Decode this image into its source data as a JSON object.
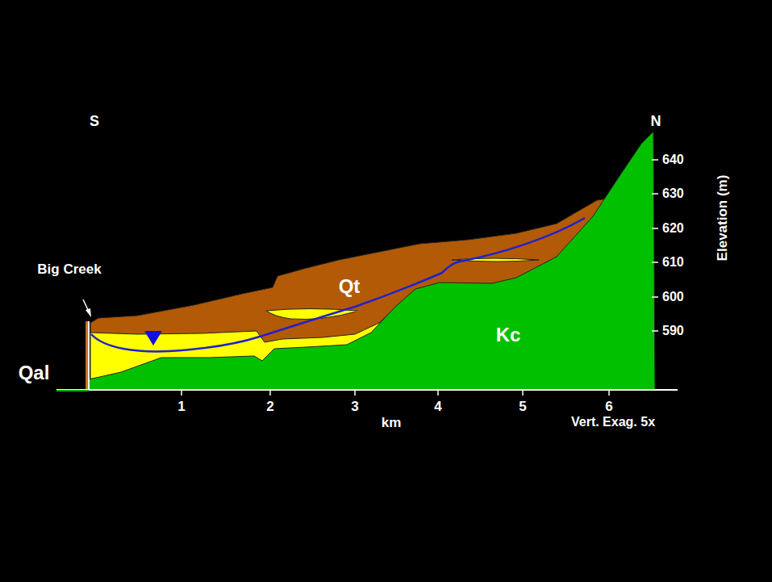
{
  "diagram": {
    "labels": [
      "S",
      "N",
      "Big Creek",
      "Qal",
      "Qt",
      "Kc",
      "640",
      "630",
      "620",
      "610",
      "600",
      "590",
      "Elevation (m)",
      "1",
      "2",
      "3",
      "4",
      "5",
      "6",
      "km",
      "Vert. Exag. 5x"
    ]
  }
}
